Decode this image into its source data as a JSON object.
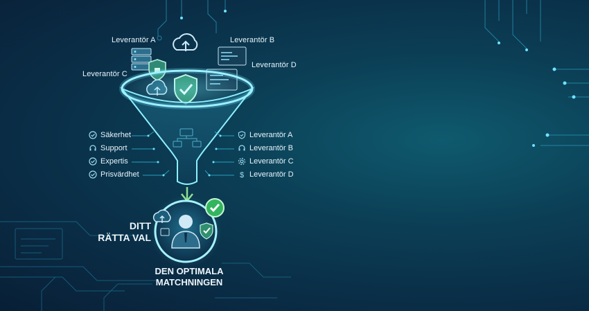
{
  "top_labels": {
    "supplier_a": "Leverantör A",
    "supplier_b": "Leverantör B",
    "supplier_c": "Leverantör C",
    "supplier_d": "Leverantör D"
  },
  "criteria": [
    {
      "label": "Säkerhet",
      "icon": "check-circle-icon"
    },
    {
      "label": "Support",
      "icon": "headset-icon"
    },
    {
      "label": "Expertis",
      "icon": "check-circle-icon"
    },
    {
      "label": "Prisvärdhet",
      "icon": "check-circle-icon"
    }
  ],
  "suppliers": [
    {
      "label": "Leverantör A",
      "icon": "shield-check-icon"
    },
    {
      "label": "Leverantör B",
      "icon": "headset-icon"
    },
    {
      "label": "Leverantör C",
      "icon": "gear-icon"
    },
    {
      "label": "Leverantör D",
      "icon": "dollar-icon"
    }
  ],
  "choice": {
    "line1": "DITT",
    "line2": "RÄTTA VAL"
  },
  "result": {
    "line1": "DEN OPTIMALA",
    "line2": "MATCHNINGEN"
  },
  "colors": {
    "glow": "#6fe3ff",
    "line": "#2fb8d8",
    "accent_green": "#3fc46a",
    "bg_dark": "#081f36",
    "bg_mid": "#0f5a6e"
  }
}
